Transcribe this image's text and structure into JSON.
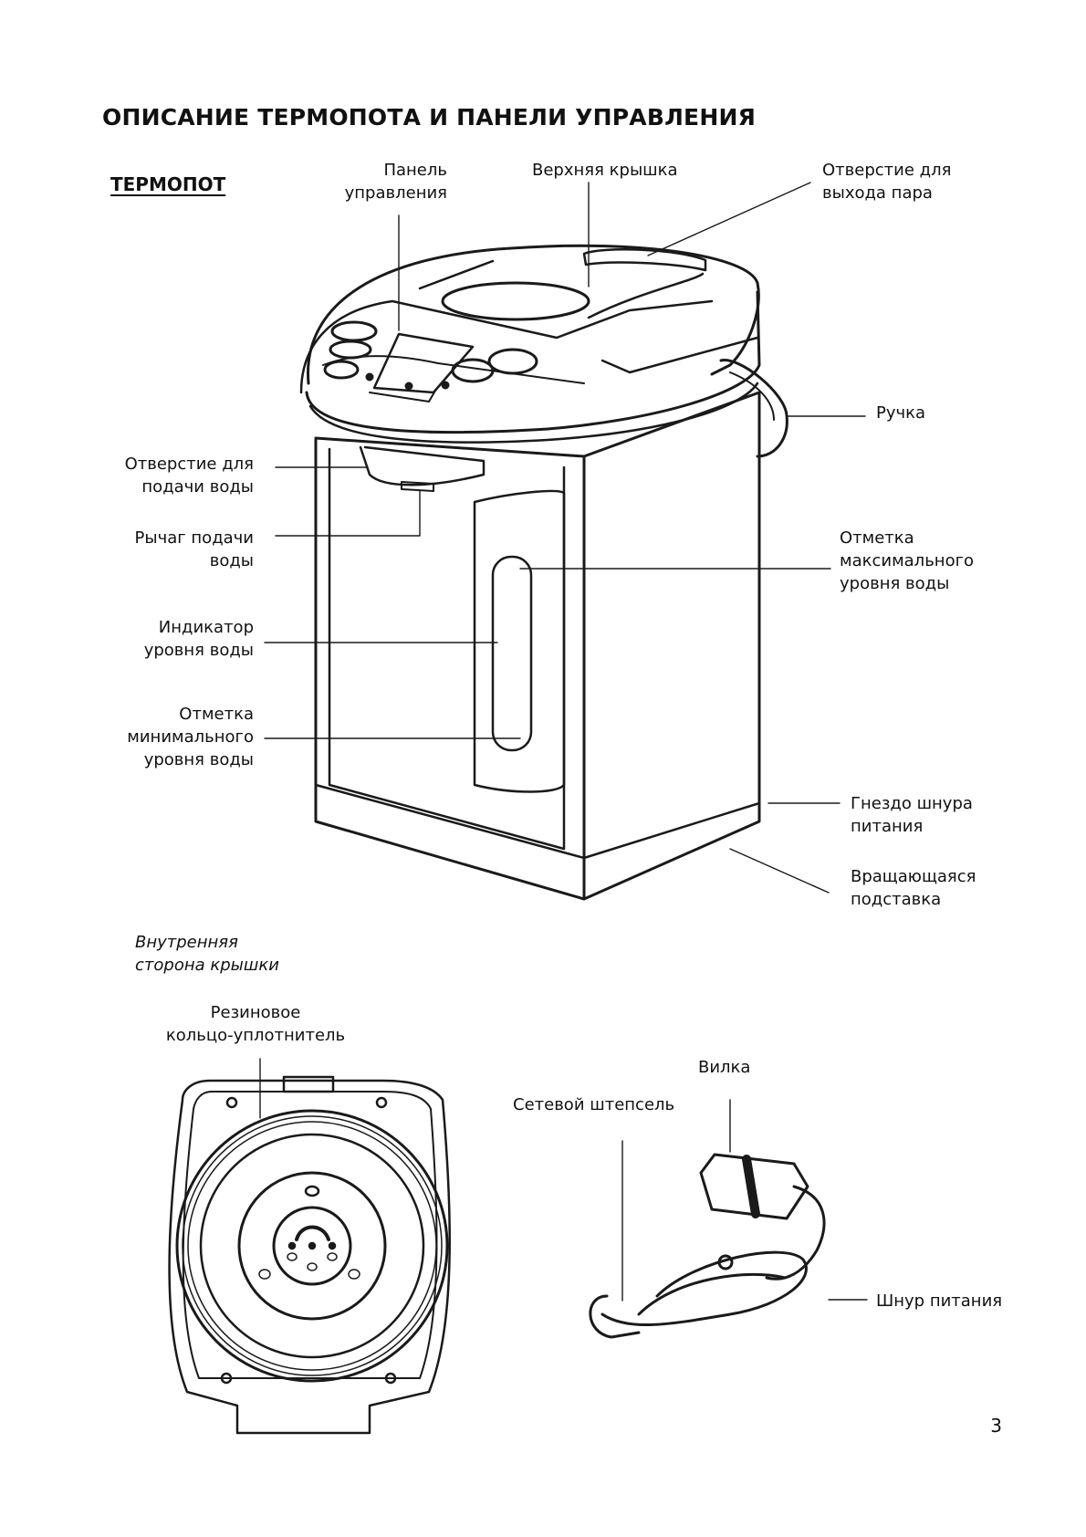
{
  "page": {
    "title": "ОПИСАНИЕ ТЕРМОПОТА И ПАНЕЛИ УПРАВЛЕНИЯ",
    "section": "ТЕРМОПОТ",
    "page_number": "3"
  },
  "thermopot_labels": {
    "control_panel": "Панель\nуправления",
    "top_lid": "Верхняя крышка",
    "steam_vent": "Отверстие для\nвыхода пара",
    "handle": "Ручка",
    "water_outlet": "Отверстие для\nподачи воды",
    "dispense_lever": "Рычаг подачи\nводы",
    "water_level_indicator": "Индикатор\nуровня воды",
    "max_level_mark": "Отметка\nмаксимального\nуровня воды",
    "min_level_mark": "Отметка\nминимального\nуровня воды",
    "power_socket": "Гнездо шнура\nпитания",
    "rotating_base": "Вращающаяся\nподставка"
  },
  "lid_inner": {
    "caption": "Внутренняя\nсторона крышки",
    "rubber_seal": "Резиновое\nкольцо-уплотнитель"
  },
  "power_cord": {
    "mains_plug": "Сетевой штепсель",
    "connector_plug": "Вилка",
    "cord": "Шнур питания"
  }
}
